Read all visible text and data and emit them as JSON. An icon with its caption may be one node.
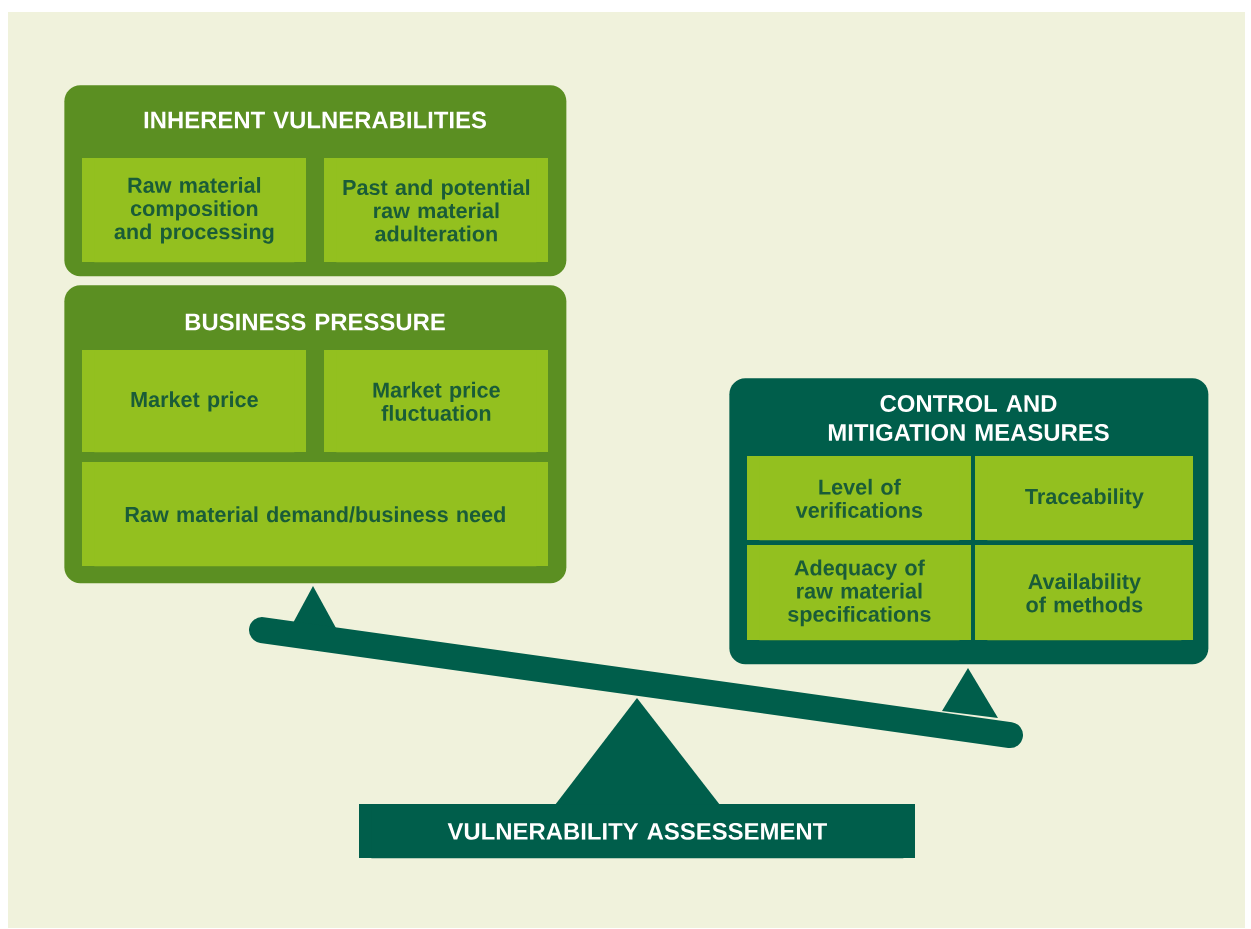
{
  "diagram": {
    "nodes": [
      {
        "text": [
          "INHERENT VULNERABILITIES"
        ]
      },
      {
        "text": [
          "Raw material composition and processing"
        ],
        "in": 0
      },
      {
        "text": [
          "Past and potential raw material adulteration"
        ],
        "in": 0
      },
      {
        "text": [
          "BUSINESS PRESSURE"
        ]
      },
      {
        "text": [
          "Market price"
        ],
        "in": 3
      },
      {
        "text": [
          "Market price fluctuation"
        ],
        "in": 3
      },
      {
        "text": [
          "Raw material demand/business need"
        ],
        "in": 3
      },
      {
        "text": [
          "CONTROL AND MITIGATION MEASURES"
        ]
      },
      {
        "text": [
          "Level of verifications"
        ],
        "in": 7
      },
      {
        "text": [
          "Traceability"
        ],
        "in": 7
      },
      {
        "text": [
          "Adequacy of raw material specifications"
        ],
        "in": 7
      },
      {
        "text": [
          "Availability of methods"
        ],
        "in": 7
      },
      {
        "text": [
          "VULNERABILITY ASSESSEMENT"
        ]
      }
    ],
    "edges": []
  }
}
